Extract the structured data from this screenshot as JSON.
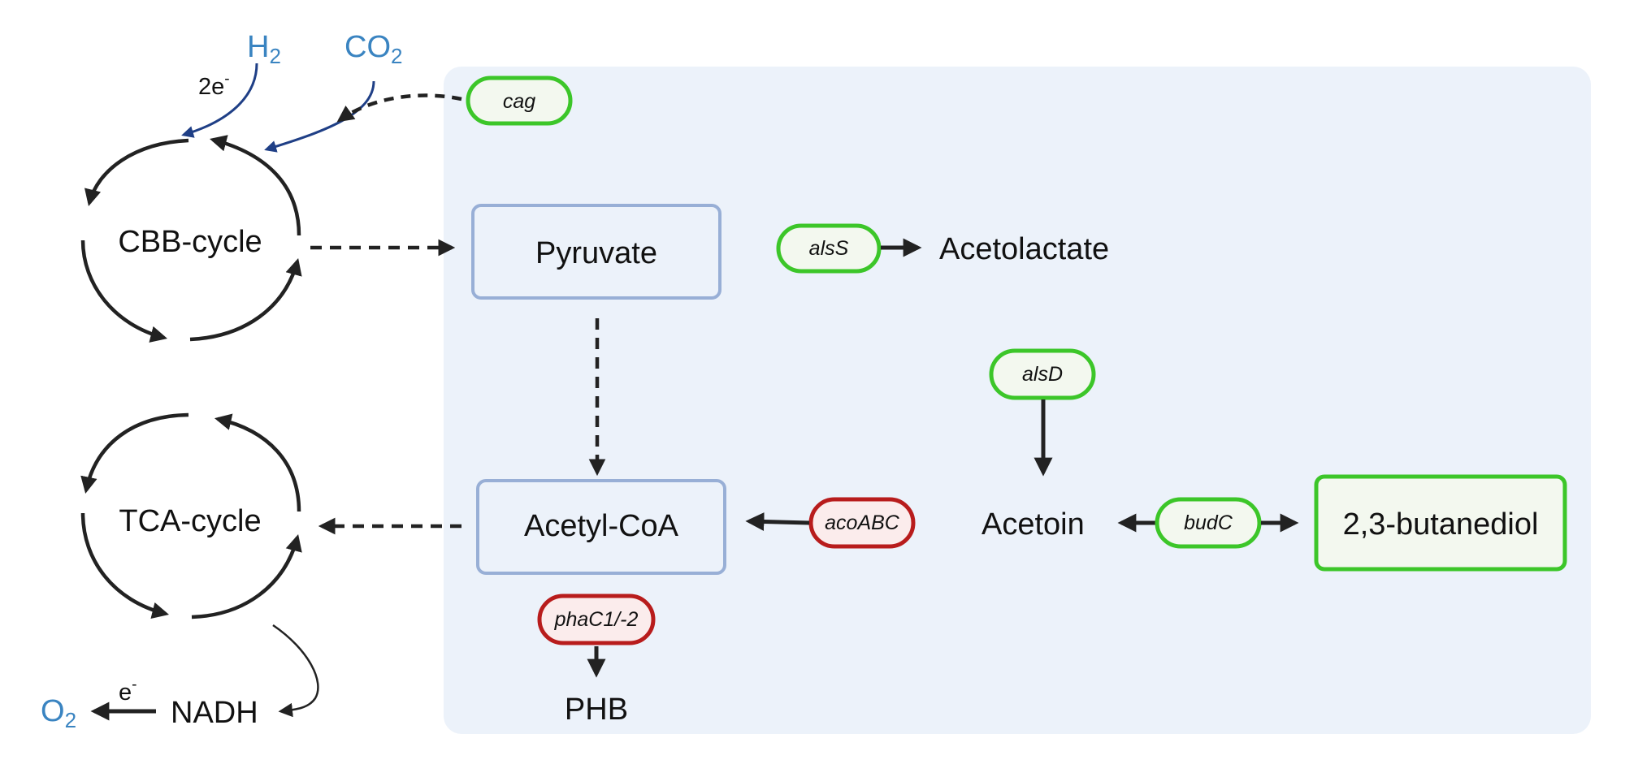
{
  "inputs": {
    "h2": {
      "base": "H",
      "sub": "2"
    },
    "co2": {
      "base": "CO",
      "sub": "2"
    },
    "o2": {
      "base": "O",
      "sub": "2"
    },
    "electrons_in": {
      "base": "2e",
      "sup": "-"
    },
    "electron_out": {
      "base": "e",
      "sup": "-"
    }
  },
  "cycles": {
    "cbb": "CBB-cycle",
    "tca": "TCA-cycle"
  },
  "metabolites": {
    "pyruvate": "Pyruvate",
    "acetyl_coa": "Acetyl-CoA",
    "acetolactate": "Acetolactate",
    "acetoin": "Acetoin",
    "butanediol": "2,3-butanediol",
    "phb": "PHB",
    "nadh": "NADH"
  },
  "genes": {
    "cag": "cag",
    "alss": "alsS",
    "alsd": "alsD",
    "budc": "budC",
    "acoabc": "acoABC",
    "phac": "phaC1/-2"
  },
  "colors": {
    "background_panel": "#ecf2fa",
    "overexpressed_border": "#3cc629",
    "overexpressed_fill": "#f3f8ef",
    "deleted_border": "#b81c1c",
    "deleted_fill": "#fbecec",
    "metabolite_box_border": "#98afd6",
    "gas_label": "#3a84c1",
    "input_arrow": "#1f3f86",
    "arrow": "#222222"
  }
}
